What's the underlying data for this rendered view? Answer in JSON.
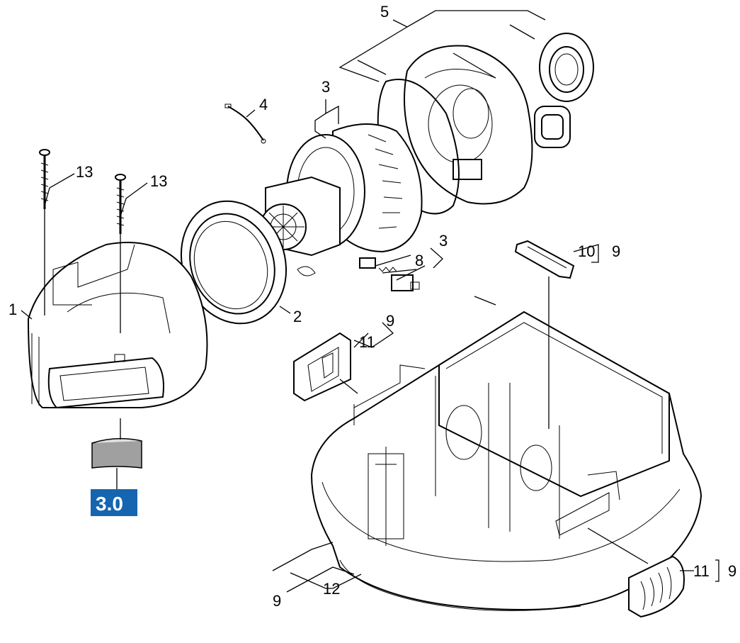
{
  "callouts": [
    {
      "id": "c5",
      "text": "5"
    },
    {
      "id": "c4",
      "text": "4"
    },
    {
      "id": "c3a",
      "text": "3"
    },
    {
      "id": "c13a",
      "text": "13"
    },
    {
      "id": "c13b",
      "text": "13"
    },
    {
      "id": "c1",
      "text": "1"
    },
    {
      "id": "c2",
      "text": "2"
    },
    {
      "id": "c3b",
      "text": "3"
    },
    {
      "id": "c8",
      "text": "8"
    },
    {
      "id": "c10",
      "text": "10"
    },
    {
      "id": "c9a",
      "text": "9"
    },
    {
      "id": "c9b",
      "text": "9"
    },
    {
      "id": "c11a",
      "text": "11"
    },
    {
      "id": "c11b",
      "text": "11"
    },
    {
      "id": "c9c",
      "text": "9"
    },
    {
      "id": "c12",
      "text": "12"
    },
    {
      "id": "c9d",
      "text": "9"
    }
  ],
  "badge": {
    "text": "3.0",
    "color": "#1565b0"
  },
  "colors": {
    "line": "#000000",
    "background": "#ffffff",
    "filter_grey": "#a0a0a0"
  }
}
